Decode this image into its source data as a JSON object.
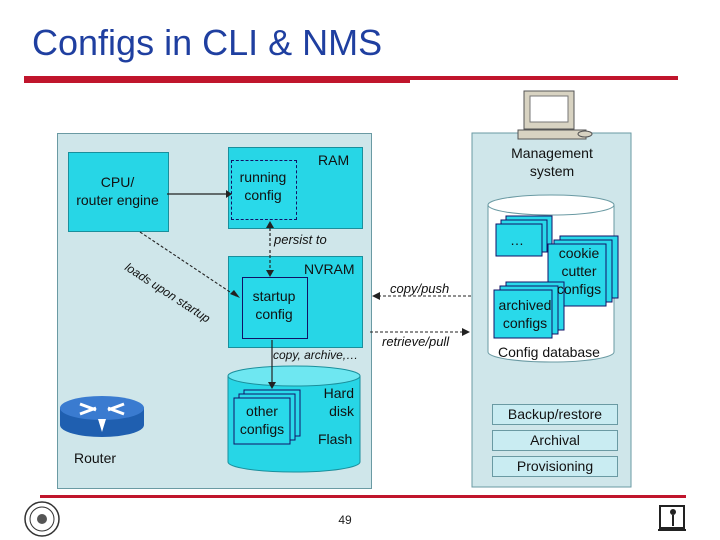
{
  "slide": {
    "title": "Configs in CLI & NMS",
    "page_number": "49"
  },
  "router_side": {
    "cpu_label": "CPU/\nrouter engine",
    "ram_label": "RAM",
    "running_config": "running\nconfig",
    "persist_to": "persist to",
    "loads_upon_startup": "loads upon startup",
    "nvram_label": "NVRAM",
    "startup_config": "startup\nconfig",
    "copy_archive": "copy, archive,…",
    "hard_disk": "Hard\ndisk",
    "flash": "Flash",
    "other_configs": "other\nconfigs",
    "router_label": "Router"
  },
  "links": {
    "copy_push": "copy/push",
    "retrieve_pull": "retrieve/pull"
  },
  "nms_side": {
    "management_system": "Management\nsystem",
    "ellipsis": "…",
    "cookie_cutter": "cookie\ncutter\nconfigs",
    "archived_configs": "archived\nconfigs",
    "config_database": "Config database",
    "backup_restore": "Backup/restore",
    "archival": "Archival",
    "provisioning": "Provisioning"
  },
  "colors": {
    "accent_red": "#c0152c",
    "title_blue": "#1f3fa0",
    "cyan": "#27d6e6",
    "panel": "#cfe6ea"
  },
  "icons": [
    "computer-icon",
    "router-icon",
    "university-seal-icon",
    "computer-user-icon"
  ]
}
